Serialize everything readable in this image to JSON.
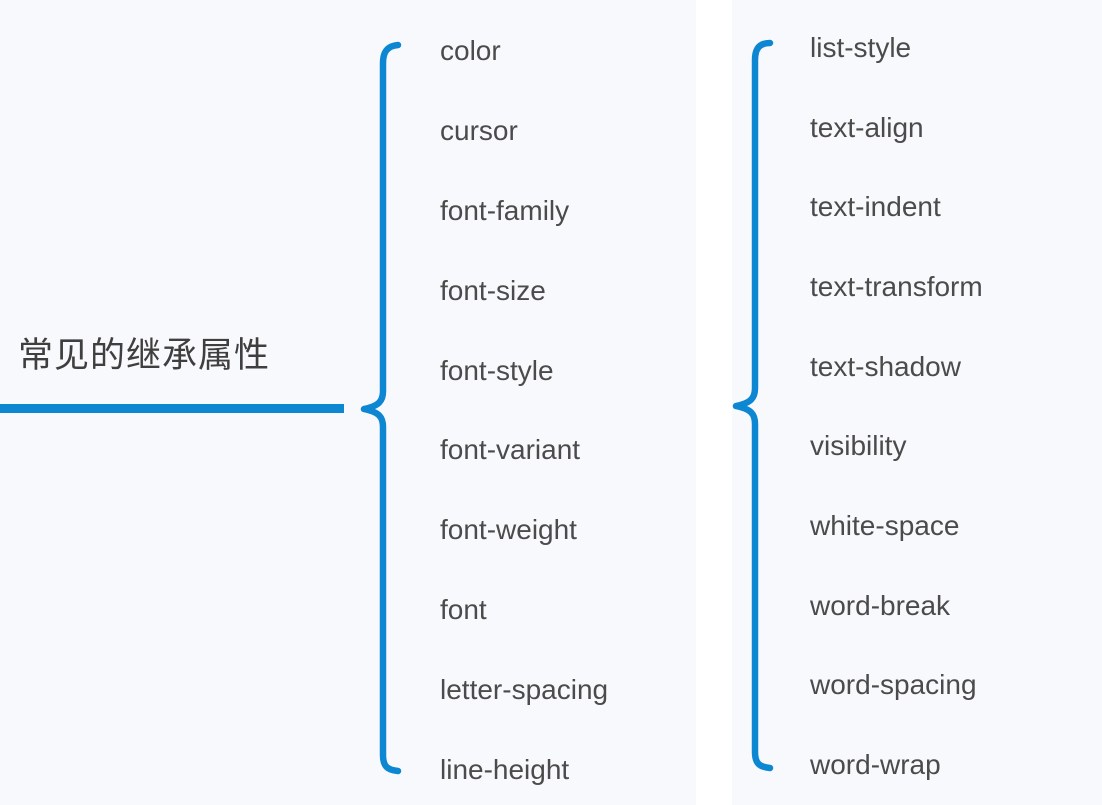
{
  "page": {
    "background_color": "#f8f9fc",
    "accent_color": "#0e87d3",
    "title_color": "#3f3f3f",
    "item_color": "#4b4b4b"
  },
  "mindmap": {
    "root": {
      "label": "常见的继承属性"
    },
    "branches": [
      {
        "side": "left-column",
        "items": [
          "color",
          "cursor",
          "font-family",
          "font-size",
          "font-style",
          "font-variant",
          "font-weight",
          "font",
          "letter-spacing",
          "line-height"
        ]
      },
      {
        "side": "right-column",
        "items": [
          "list-style",
          "text-align",
          "text-indent",
          "text-transform",
          "text-shadow",
          "visibility",
          "white-space",
          "word-break",
          "word-spacing",
          "word-wrap"
        ]
      }
    ]
  }
}
